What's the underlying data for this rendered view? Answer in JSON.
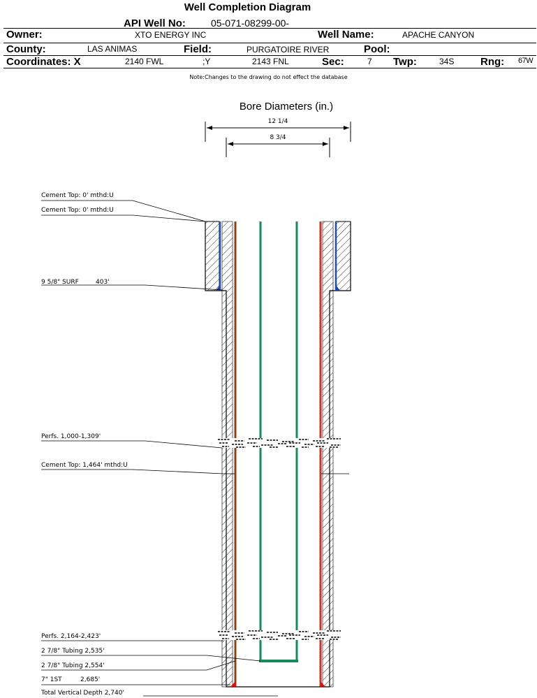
{
  "header": {
    "title": "Well Completion Diagram",
    "api_label": "API Well No:",
    "api_value": "05-071-08299-00-",
    "owner_label": "Owner:",
    "owner_value": "XTO ENERGY INC",
    "well_name_label": "Well Name:",
    "well_name_value": "APACHE CANYON",
    "county_label": "County:",
    "county_value": "LAS ANIMAS",
    "field_label": "Field:",
    "field_value": "PURGATOIRE RIVER",
    "pool_label": "Pool:",
    "coord_label": "Coordinates: X",
    "coord_x_value": "2140 FWL",
    "coord_y_label": ";Y",
    "coord_y_value": "2143 FNL",
    "sec_label": "Sec:",
    "sec_value": "7",
    "twp_label": "Twp:",
    "twp_value": "34S",
    "rng_label": "Rng:",
    "rng_value": "67W",
    "note": "Note:Changes to the drawing do not effect the database"
  },
  "diagram": {
    "bore_title": "Bore Diameters (in.)",
    "bore_outer": "12 1/4",
    "bore_inner": "8 3/4",
    "annotations": [
      "Cement Top: 0' mthd:U",
      "Cement Top: 0' mthd:U",
      "9 5/8\" SURF",
      "403'",
      "Perfs. 1,000-1,309'",
      "Cement Top: 1,464' mthd:U",
      "Perfs. 2,164-2,423'",
      "2 7/8\" Tubing 2,535'",
      "2 7/8\" Tubing 2,554'",
      "7\" 1ST",
      "2,685'",
      "Total Vertical Depth 2,740'"
    ],
    "colors": {
      "surface_casing": "#1f4fa0",
      "production_casing_left": "#8b4513",
      "production_casing_right": "#c0392b",
      "tubing": "#178a5a",
      "shoe": "#e01010",
      "surface_shoe": "#1a3dd0"
    }
  }
}
